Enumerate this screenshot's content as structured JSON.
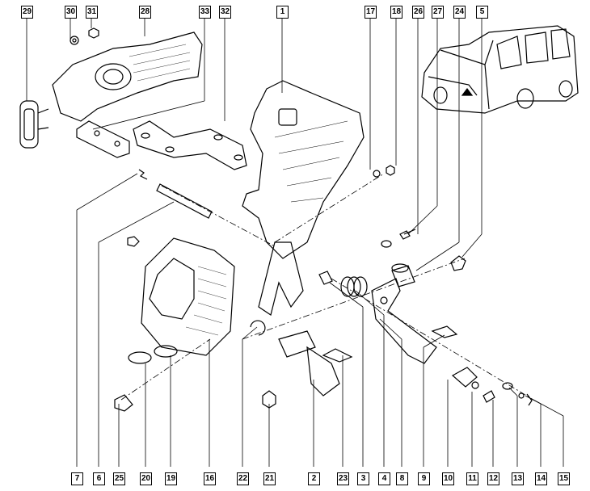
{
  "diagram": {
    "title": "Pedal assembly exploded view",
    "top_labels": [
      "29",
      "30",
      "31",
      "28",
      "33",
      "32",
      "1",
      "17",
      "18",
      "26",
      "27",
      "24",
      "5"
    ],
    "bottom_labels": [
      "7",
      "6",
      "25",
      "20",
      "19",
      "16",
      "22",
      "21",
      "2",
      "23",
      "3",
      "4",
      "8",
      "9",
      "10",
      "11",
      "12",
      "13",
      "14",
      "15"
    ]
  }
}
